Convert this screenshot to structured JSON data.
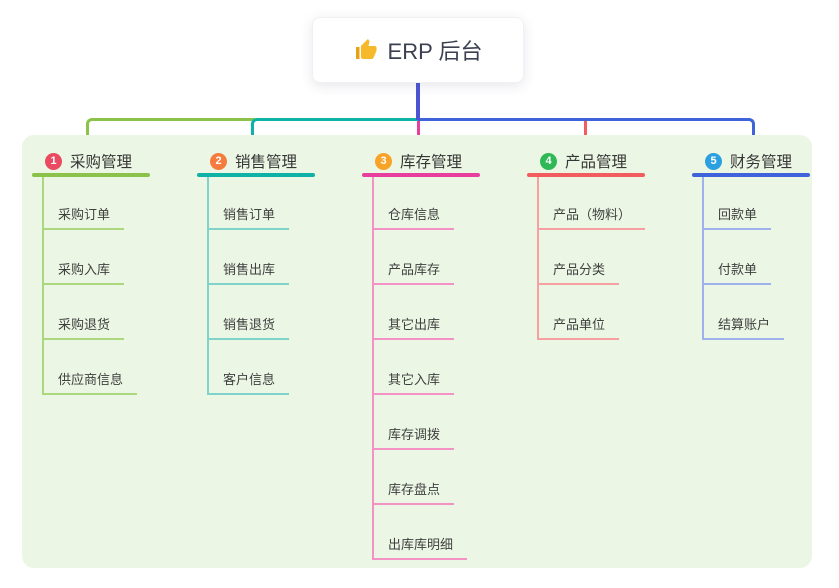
{
  "root": {
    "label": "ERP 后台",
    "icon": "thumbs-up-icon",
    "line_color": "#4b55d3"
  },
  "panel": {
    "bg_color": "#ebf7e4"
  },
  "branches": [
    {
      "badge": "1",
      "badge_color": "#ea4b63",
      "label": "采购管理",
      "line_color": "#8ac24a",
      "sub_line_color": "#abd77f",
      "items": [
        "采购订单",
        "采购入库",
        "采购退货",
        "供应商信息"
      ]
    },
    {
      "badge": "2",
      "badge_color": "#f57c3d",
      "label": "销售管理",
      "line_color": "#0fb2a6",
      "sub_line_color": "#7fd3ca",
      "items": [
        "销售订单",
        "销售出库",
        "销售退货",
        "客户信息"
      ]
    },
    {
      "badge": "3",
      "badge_color": "#f7a327",
      "label": "库存管理",
      "line_color": "#e83e9d",
      "sub_line_color": "#f392c5",
      "items": [
        "仓库信息",
        "产品库存",
        "其它出库",
        "其它入库",
        "库存调拨",
        "库存盘点",
        "出库库明细"
      ]
    },
    {
      "badge": "4",
      "badge_color": "#2eb956",
      "label": "产品管理",
      "line_color": "#f25c5f",
      "sub_line_color": "#f7a0a2",
      "items": [
        "产品（物料）",
        "产品分类",
        "产品单位"
      ]
    },
    {
      "badge": "5",
      "badge_color": "#2ba0e0",
      "label": "财务管理",
      "line_color": "#3e63da",
      "sub_line_color": "#9fb1ea",
      "items": [
        "回款单",
        "付款单",
        "结算账户"
      ]
    }
  ]
}
